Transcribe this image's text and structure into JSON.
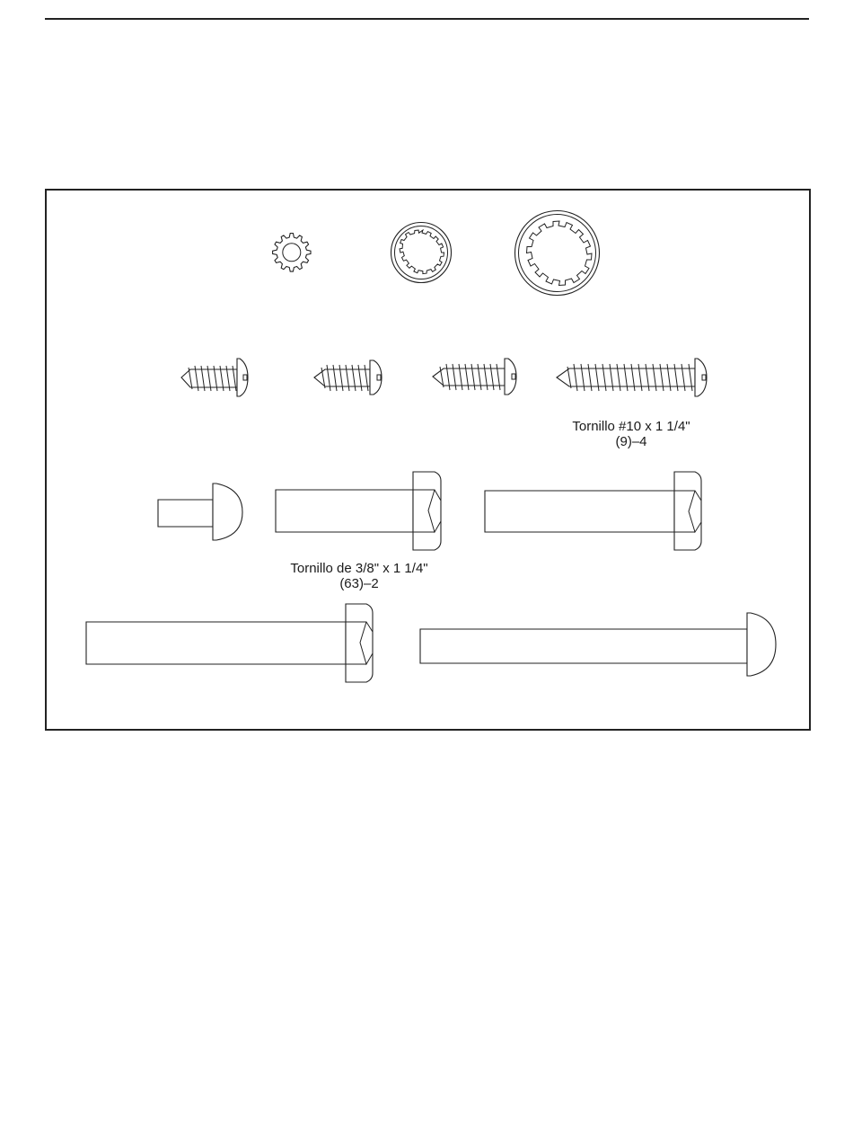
{
  "labels": {
    "screw_10_x_1_1_4": {
      "name": "Tornillo #10 x 1 1/4\"",
      "key": "(9)–4"
    },
    "bolt_3_8_x_1_1_4": {
      "name": "Tornillo de 3/8\" x 1 1/4\"",
      "key": "(63)–2"
    }
  }
}
